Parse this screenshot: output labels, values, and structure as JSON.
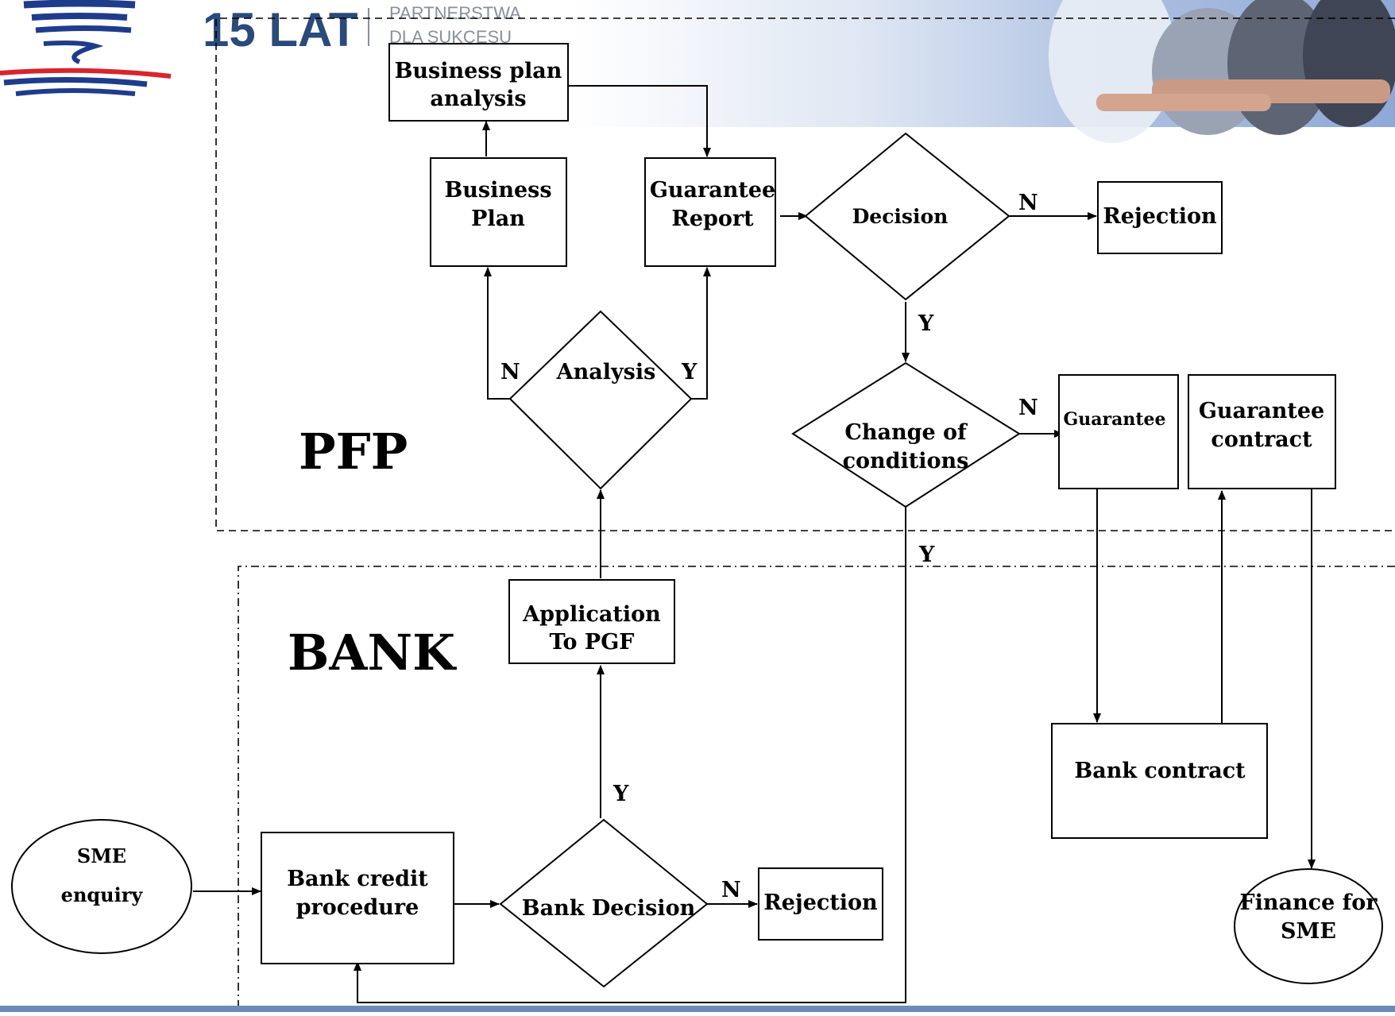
{
  "header": {
    "logo_number": "15 LAT",
    "logo_line1": "PARTNERSTWA",
    "logo_line2": "DLA SUKCESU"
  },
  "regions": {
    "pfp": "PFP",
    "bank": "BANK"
  },
  "nodes": {
    "business_plan_analysis": [
      "Business plan",
      "analysis"
    ],
    "business_plan": [
      "Business",
      "Plan"
    ],
    "guarantee_report": [
      "Guarantee",
      "Report"
    ],
    "decision": [
      "Decision"
    ],
    "rejection_top": [
      "Rejection"
    ],
    "analysis": [
      "Analysis"
    ],
    "change_of_conditions": [
      "Change of",
      "conditions"
    ],
    "guarantee": [
      "Guarantee"
    ],
    "guarantee_contract": [
      "Guarantee",
      "contract"
    ],
    "application_to_pgf": [
      "Application",
      "To PGF"
    ],
    "bank_contract": [
      "Bank contract"
    ],
    "sme_enquiry": [
      "SME",
      "enquiry"
    ],
    "bank_credit_procedure": [
      "Bank credit",
      "procedure"
    ],
    "bank_decision": [
      "Bank Decision"
    ],
    "rejection_bottom": [
      "Rejection"
    ],
    "finance_for_sme": [
      "Finance for",
      "SME"
    ]
  },
  "edge_labels": {
    "decision_no": "N",
    "decision_yes": "Y",
    "analysis_no": "N",
    "analysis_yes": "Y",
    "change_no": "N",
    "change_yes": "Y",
    "bank_decision_yes": "Y",
    "bank_decision_no": "N"
  },
  "colors": {
    "banner_blue": "#8fa9d6",
    "logo_blue": "#1f3c8c",
    "logo_red": "#d8242c"
  }
}
